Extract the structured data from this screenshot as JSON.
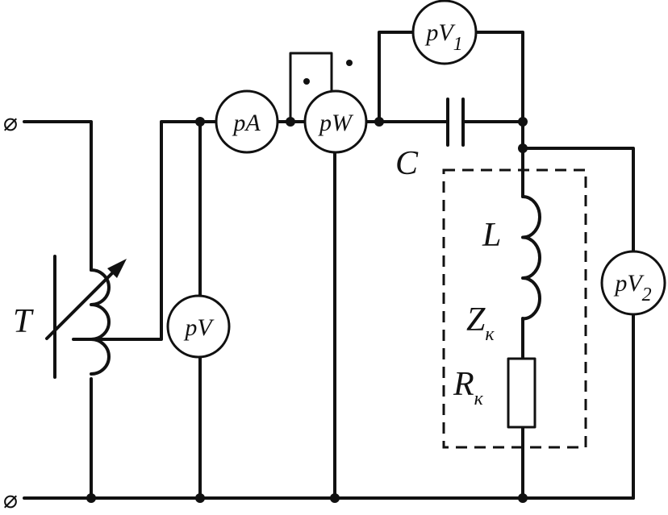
{
  "terminal_symbol": "⌀",
  "meters": {
    "pA": "pA",
    "pW": "pW",
    "pV": "pV",
    "pV1_main": "pV",
    "pV1_sub": "1",
    "pV2_main": "pV",
    "pV2_sub": "2"
  },
  "labels": {
    "T": "T",
    "C": "C",
    "L": "L",
    "Z_main": "Z",
    "Z_sub": "к",
    "R_main": "R",
    "R_sub": "к"
  }
}
